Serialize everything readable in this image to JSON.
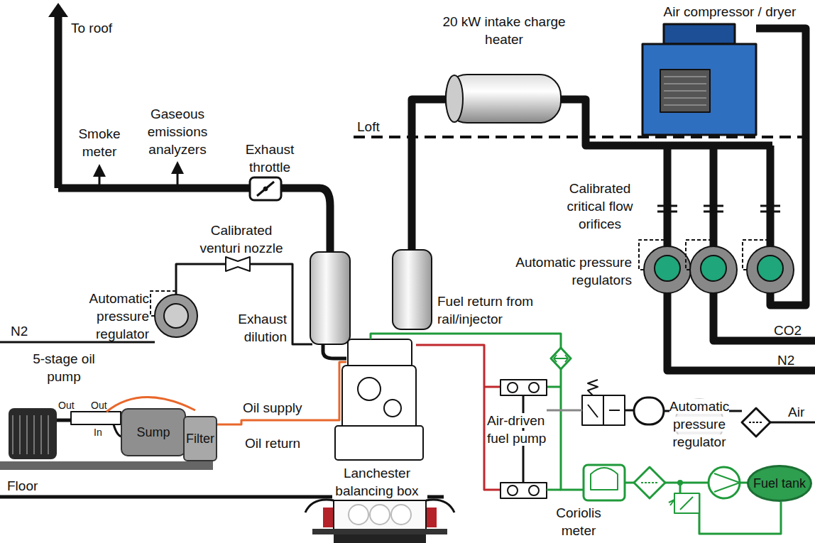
{
  "diagram": {
    "nodes": [
      {
        "text": [
          "Sump"
        ]
      },
      {
        "text": [
          "Filter"
        ]
      },
      {
        "text": [
          "Fuel tank"
        ]
      }
    ],
    "labels": [
      "To roof",
      "Smoke meter",
      "Gaseous emissions analyzers",
      "Exhaust throttle",
      "20 kW intake charge heater",
      "Air compressor / dryer",
      "Loft",
      "Calibrated critical flow orifices",
      "Automatic pressure regulators",
      "Calibrated venturi nozzle",
      "Automatic pressure regulator",
      "N2",
      "Exhaust dilution",
      "Fuel return from rail/injector",
      "5-stage oil pump",
      "Out",
      "Out",
      "In",
      "In",
      "Oil supply",
      "Oil return",
      "Lanchester balancing box",
      "Floor",
      "Air-driven fuel pump",
      "Automatic pressure regulator",
      "Air",
      "CO2",
      "N2",
      "Coriolis meter"
    ]
  }
}
